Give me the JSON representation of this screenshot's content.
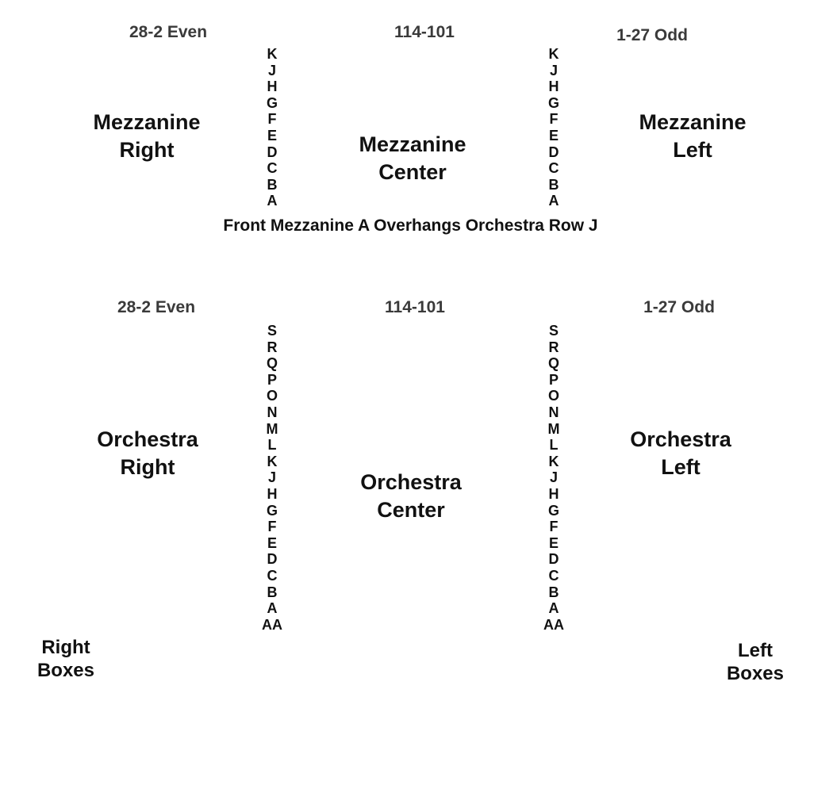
{
  "mezzanine": {
    "ranges": {
      "right": "28-2 Even",
      "center": "114-101",
      "left": "1-27 Odd"
    },
    "sections": {
      "right": [
        "Mezzanine",
        "Right"
      ],
      "center": [
        "Mezzanine",
        "Center"
      ],
      "left": [
        "Mezzanine",
        "Left"
      ]
    },
    "rows": [
      "K",
      "J",
      "H",
      "G",
      "F",
      "E",
      "D",
      "C",
      "B",
      "A"
    ],
    "note": "Front Mezzanine A Overhangs Orchestra Row J"
  },
  "orchestra": {
    "ranges": {
      "right": "28-2 Even",
      "center": "114-101",
      "left": "1-27 Odd"
    },
    "sections": {
      "right": [
        "Orchestra",
        "Right"
      ],
      "center": [
        "Orchestra",
        "Center"
      ],
      "left": [
        "Orchestra",
        "Left"
      ]
    },
    "rows": [
      "S",
      "R",
      "Q",
      "P",
      "O",
      "N",
      "M",
      "L",
      "K",
      "J",
      "H",
      "G",
      "F",
      "E",
      "D",
      "C",
      "B",
      "A",
      "AA"
    ]
  },
  "boxes": {
    "right": [
      "Right",
      "Boxes"
    ],
    "left": [
      "Left",
      "Boxes"
    ]
  }
}
